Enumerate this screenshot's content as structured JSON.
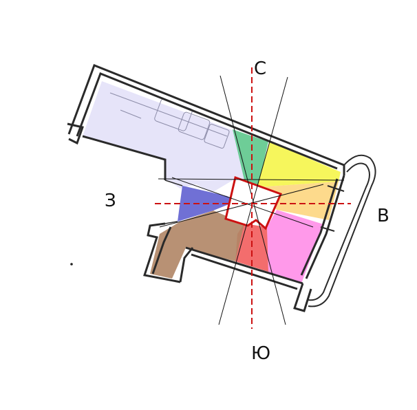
{
  "compass": {
    "north": "С",
    "south": "Ю",
    "east": "В",
    "west": "З"
  },
  "sectors": [
    {
      "name": "north-sector",
      "color": "#5ec88c"
    },
    {
      "name": "north-east-sector",
      "color": "#f5f54a"
    },
    {
      "name": "east-sector",
      "color": "#fdd680"
    },
    {
      "name": "south-east-sector",
      "color": "#ff8ee8"
    },
    {
      "name": "south-sector",
      "color": "#f25d5d"
    },
    {
      "name": "south-west-sector",
      "color": "#b08565"
    },
    {
      "name": "west-sector",
      "color": "#6060d0"
    },
    {
      "name": "north-west-sector",
      "color": "#e3e1f8"
    }
  ],
  "colors": {
    "axis": "#cc1111",
    "wall": "#2a2a2a",
    "ray": "#111111",
    "sketch": "#8c8ca8"
  }
}
